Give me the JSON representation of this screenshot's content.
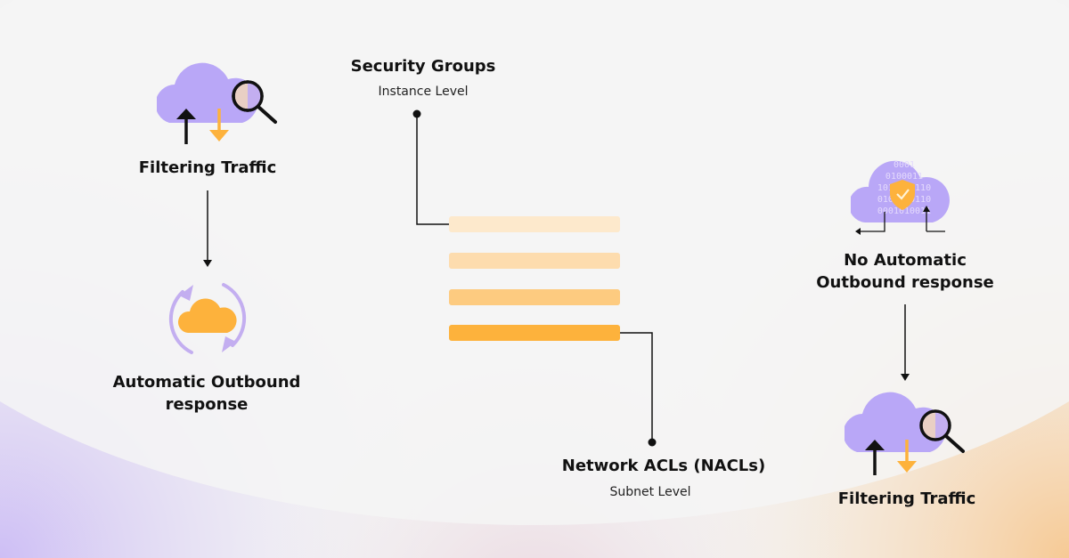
{
  "left": {
    "top_label": "Filtering Traffic",
    "bottom_label_line1": "Automatic Outbound",
    "bottom_label_line2": "response"
  },
  "center": {
    "sg_title": "Security Groups",
    "sg_subtitle": "Instance Level",
    "nacl_title": "Network ACLs (NACLs)",
    "nacl_subtitle": "Subnet Level",
    "bar_colors": [
      "#fde9cc",
      "#fddcae",
      "#fdcb80",
      "#fdb23c"
    ]
  },
  "right": {
    "top_label_line1": "No Automatic",
    "top_label_line2": "Outbound response",
    "bottom_label": "Filtering Traffic",
    "binary_rows": [
      "0001",
      "0100011",
      "1010111110",
      "0101010110",
      "0001010011"
    ]
  },
  "colors": {
    "cloud_purple": "#b9a7f7",
    "accent_orange": "#fdb23c",
    "line": "#111111"
  },
  "icons": {
    "left_top": "cloud-search-icon",
    "left_bottom": "cloud-sync-icon",
    "right_top": "cloud-shield-icon",
    "right_bottom": "cloud-search-icon"
  }
}
